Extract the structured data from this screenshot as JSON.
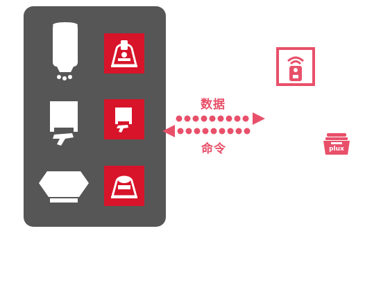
{
  "labels": {
    "data": "数据",
    "command": "命令"
  },
  "plux_logo_text": "plux",
  "colors": {
    "panel": "#565656",
    "tile_red": "#d7142a",
    "accent_pink": "#e8506a",
    "white": "#ffffff"
  },
  "icons": {
    "row1_device": "air-freshener-device-icon",
    "row1_badge": "air-freshener-badge-icon",
    "row2_device": "towel-dispenser-device-icon",
    "row2_badge": "towel-dispenser-badge-icon",
    "row3_device": "toilet-tissue-device-icon",
    "row3_badge": "toilet-tissue-badge-icon",
    "remote": "remote-control-icon",
    "plux": "plux-box-icon"
  }
}
